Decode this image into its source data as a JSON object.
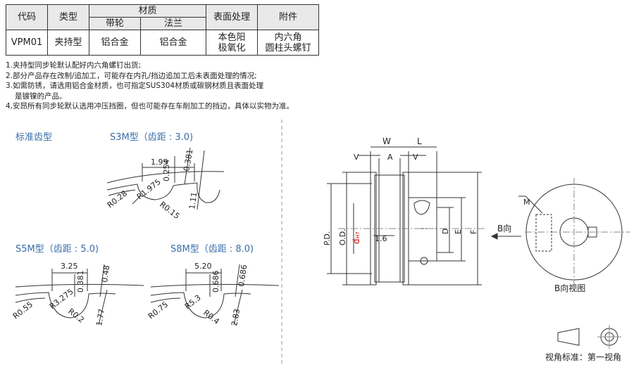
{
  "table": {
    "h_code": "代码",
    "h_type": "类型",
    "h_material": "材质",
    "h_surface": "表面处理",
    "h_accessory": "附件",
    "h_pulley": "带轮",
    "h_flange": "法兰",
    "code": "VPM01",
    "type": "夹持型",
    "mat_pulley": "铝合金",
    "mat_flange": "铝合金",
    "surface_1": "本色阳",
    "surface_2": "极氧化",
    "accessory_1": "内六角",
    "accessory_2": "圆柱头螺钉"
  },
  "notes": [
    "1.夹持型同步轮默认配好内六角螺钉出货;",
    "2.部分产品存在改制/追加工，可能存在内孔/挡边追加工后未表面处理的情况;",
    "3.如需防锈，请选用铝合金材质，也可指定SUS304材质或碳钢材质且表面处理",
    "是镀镍的产品。",
    "4,安昂所有同步轮默认选用冲压挡圈，但也可能存在车削加工的挡边，具体以实物为准。"
  ],
  "profiles": {
    "standard": "标准齿型",
    "s3m": {
      "title": "S3M型（齿距 : 3.0)",
      "d1": "1.95",
      "d2": "0.254",
      "d3": "0.381",
      "r1": "R0.28",
      "r2": "R1.975",
      "r3": "R0.15",
      "h": "1.11"
    },
    "s5m": {
      "title": "S5M型（齿距 : 5.0)",
      "d1": "3.25",
      "d2": "0.381",
      "d3": "0.48",
      "r1": "R0.55",
      "r2": "R3.275",
      "r3": "R0.2",
      "h": "1.77"
    },
    "s8m": {
      "title": "S8M型（齿距 : 8.0)",
      "d1": "5.20",
      "d2": "0.686",
      "d3": "0.686",
      "r1": "R0.75",
      "r2": "R5.3",
      "r3": "R0.4",
      "h": "2.83"
    }
  },
  "drawing": {
    "W": "W",
    "L": "L",
    "V1": "V",
    "A": "A",
    "V2": "V",
    "PD": "P.D.",
    "OD": "O.D.",
    "d": "d",
    "dsub": "H7",
    "val16": "1.6",
    "D": "D",
    "E": "E",
    "F": "F",
    "bdir": "B向",
    "M": "M",
    "bview": "B向视图",
    "viewstd": "视角标准：第一视角"
  }
}
